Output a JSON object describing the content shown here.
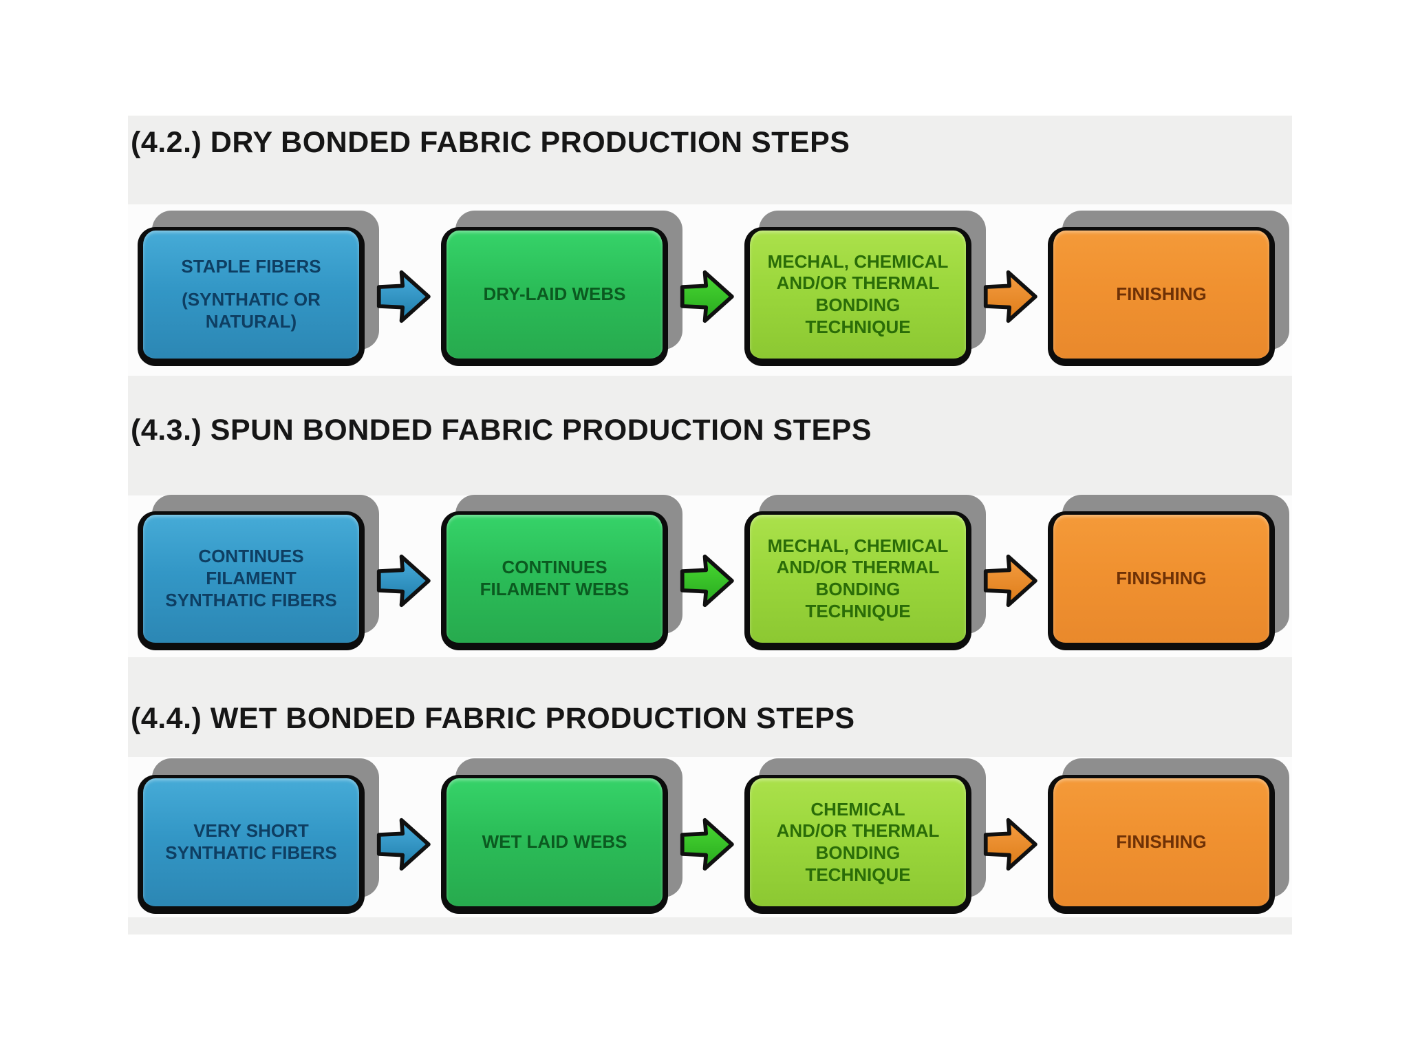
{
  "page": {
    "background": "#ffffff",
    "panel_background": "#efefee",
    "row_strip_background": "#fcfcfc",
    "shadow_color": "#8e8e8e",
    "outline_color": "#0c0c0c"
  },
  "colors": {
    "blue_box_top": "#46abd7",
    "blue_box_bottom": "#2c87b4",
    "green_box_top": "#36d369",
    "green_box_bottom": "#27aa4e",
    "lime_box_top": "#abe14b",
    "lime_box_bottom": "#8cc832",
    "orange_box_top": "#f49a39",
    "orange_box_bottom": "#e9892c"
  },
  "sections": [
    {
      "title": "(4.2.) DRY BONDED FABRIC PRODUCTION STEPS",
      "steps": [
        {
          "lines": [
            "STAPLE FIBERS",
            "",
            "(SYNTHATIC OR",
            "NATURAL)"
          ]
        },
        {
          "lines": [
            "DRY-LAID WEBS"
          ]
        },
        {
          "lines": [
            "MECHAL, CHEMICAL",
            "AND/OR THERMAL",
            "BONDING",
            "TECHNIQUE"
          ]
        },
        {
          "lines": [
            "FINISHING"
          ]
        }
      ]
    },
    {
      "title": "(4.3.) SPUN BONDED FABRIC PRODUCTION STEPS",
      "steps": [
        {
          "lines": [
            "CONTINUES",
            "FILAMENT",
            "SYNTHATIC FIBERS"
          ]
        },
        {
          "lines": [
            "CONTINUES",
            "FILAMENT WEBS"
          ]
        },
        {
          "lines": [
            "MECHAL, CHEMICAL",
            "AND/OR THERMAL",
            "BONDING",
            "TECHNIQUE"
          ]
        },
        {
          "lines": [
            "FINISHING"
          ]
        }
      ]
    },
    {
      "title": "(4.4.) WET BONDED FABRIC PRODUCTION STEPS",
      "steps": [
        {
          "lines": [
            "VERY SHORT",
            "SYNTHATIC FIBERS"
          ]
        },
        {
          "lines": [
            "WET LAID WEBS"
          ]
        },
        {
          "lines": [
            "CHEMICAL",
            "AND/OR THERMAL",
            "BONDING",
            "TECHNIQUE"
          ]
        },
        {
          "lines": [
            "FINISHING"
          ]
        }
      ]
    }
  ]
}
